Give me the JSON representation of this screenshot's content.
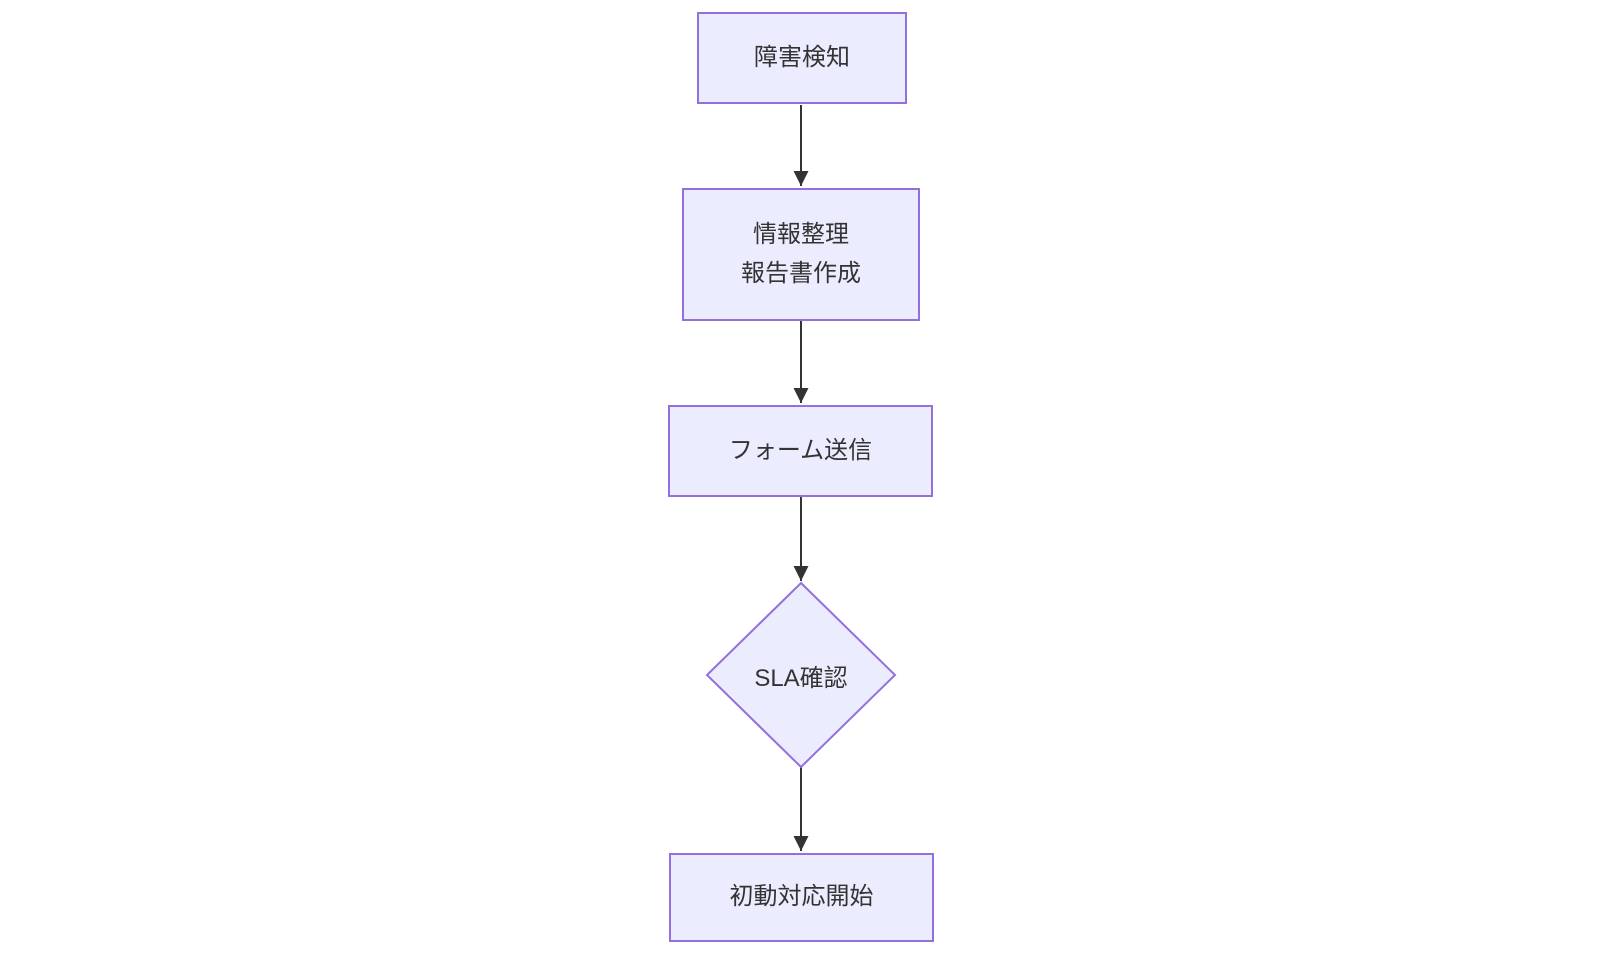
{
  "diagram": {
    "type": "flowchart",
    "direction": "top-down",
    "background": "#FFFFFF",
    "theme": {
      "node_fill": "#ECECFF",
      "node_border": "#9370DB",
      "edge_color": "#333333",
      "text_color": "#333333"
    },
    "nodes": [
      {
        "id": "failure-detection",
        "shape": "rectangle",
        "label": "障害検知"
      },
      {
        "id": "organize-report",
        "shape": "rectangle",
        "label_lines": [
          "情報整理",
          "報告書作成"
        ]
      },
      {
        "id": "form-submission",
        "shape": "rectangle",
        "label": "フォーム送信"
      },
      {
        "id": "sla-check",
        "shape": "diamond",
        "label": "SLA確認"
      },
      {
        "id": "initial-response",
        "shape": "rectangle",
        "label": "初動対応開始"
      }
    ],
    "edges": [
      {
        "from": "failure-detection",
        "to": "organize-report"
      },
      {
        "from": "organize-report",
        "to": "form-submission"
      },
      {
        "from": "form-submission",
        "to": "sla-check"
      },
      {
        "from": "sla-check",
        "to": "initial-response"
      }
    ]
  }
}
